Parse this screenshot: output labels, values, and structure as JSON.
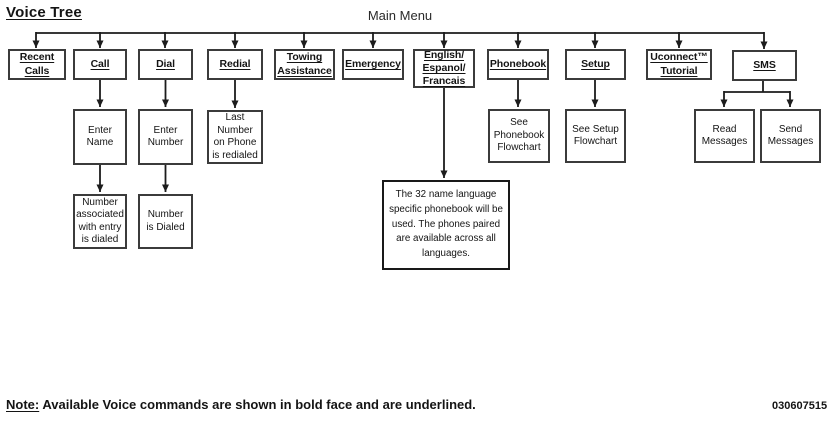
{
  "title": "Voice Tree",
  "main_menu_label": "Main Menu",
  "nodes": {
    "recent_calls": "Recent\nCalls",
    "call": "Call",
    "dial": "Dial",
    "redial": "Redial",
    "towing_assistance": "Towing\nAssistance",
    "emergency": "Emergency",
    "language_select": "English/\nEspanol/\nFrancais",
    "phonebook": "Phonebook",
    "setup": "Setup",
    "uconnect_tutorial": "Uconnect™\nTutorial",
    "sms": "SMS",
    "enter_name": "Enter\nName",
    "enter_number": "Enter\nNumber",
    "last_number_redialed": "Last\nNumber\non Phone\nis redialed",
    "number_associated_dialed": "Number\nassociated\nwith entry\nis dialed",
    "number_is_dialed": "Number\nis Dialed",
    "language_note": "The 32 name language\nspecific phonebook will be\nused. The phones paired\nare available across all\nlanguages.",
    "see_phonebook": "See\nPhonebook\nFlowchart",
    "see_setup": "See Setup\nFlowchart",
    "read_messages": "Read\nMessages",
    "send_messages": "Send\nMessages"
  },
  "edges": [
    [
      "main_menu",
      "recent_calls"
    ],
    [
      "main_menu",
      "call"
    ],
    [
      "main_menu",
      "dial"
    ],
    [
      "main_menu",
      "redial"
    ],
    [
      "main_menu",
      "towing_assistance"
    ],
    [
      "main_menu",
      "emergency"
    ],
    [
      "main_menu",
      "language_select"
    ],
    [
      "main_menu",
      "phonebook"
    ],
    [
      "main_menu",
      "setup"
    ],
    [
      "main_menu",
      "uconnect_tutorial"
    ],
    [
      "main_menu",
      "sms"
    ],
    [
      "call",
      "enter_name"
    ],
    [
      "enter_name",
      "number_associated_dialed"
    ],
    [
      "dial",
      "enter_number"
    ],
    [
      "enter_number",
      "number_is_dialed"
    ],
    [
      "redial",
      "last_number_redialed"
    ],
    [
      "language_select",
      "language_note"
    ],
    [
      "phonebook",
      "see_phonebook"
    ],
    [
      "setup",
      "see_setup"
    ],
    [
      "sms",
      "read_messages"
    ],
    [
      "sms",
      "send_messages"
    ]
  ],
  "note": {
    "prefix": "Note:",
    "text": " Available Voice commands are shown in bold face and are underlined."
  },
  "doc_number": "030607515"
}
